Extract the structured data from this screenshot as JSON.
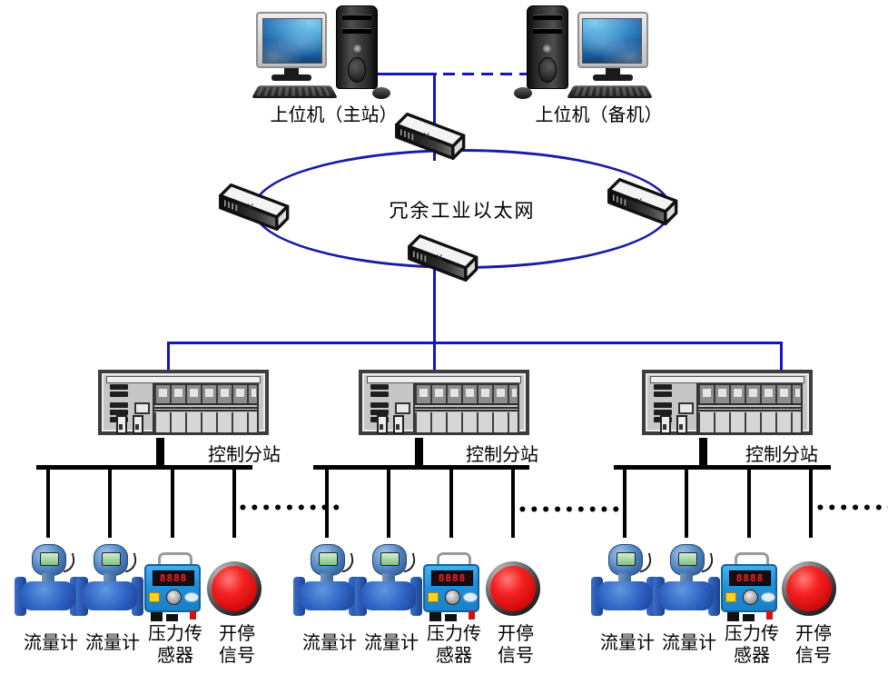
{
  "hosts": {
    "master_label": "上位机（主站）",
    "backup_label": "上位机（备机）"
  },
  "ring": {
    "label": "冗余工业以太网"
  },
  "ellipsis": "•••••••••",
  "stations": [
    {
      "label": "控制分站",
      "devices": [
        {
          "name": "flow-meter",
          "lines": [
            "流量计"
          ]
        },
        {
          "name": "flow-meter",
          "lines": [
            "流量计"
          ]
        },
        {
          "name": "pressure-sensor",
          "lines": [
            "压力传",
            "感器"
          ],
          "display": "8888"
        },
        {
          "name": "start-stop-signal",
          "lines": [
            "开停",
            "信号"
          ]
        }
      ]
    },
    {
      "label": "控制分站",
      "devices": [
        {
          "name": "flow-meter",
          "lines": [
            "流量计"
          ]
        },
        {
          "name": "flow-meter",
          "lines": [
            "流量计"
          ]
        },
        {
          "name": "pressure-sensor",
          "lines": [
            "压力传",
            "感器"
          ],
          "display": "8888"
        },
        {
          "name": "start-stop-signal",
          "lines": [
            "开停",
            "信号"
          ]
        }
      ]
    },
    {
      "label": "控制分站",
      "devices": [
        {
          "name": "flow-meter",
          "lines": [
            "流量计"
          ]
        },
        {
          "name": "flow-meter",
          "lines": [
            "流量计"
          ]
        },
        {
          "name": "pressure-sensor",
          "lines": [
            "压力传",
            "感器"
          ],
          "display": "8888"
        },
        {
          "name": "start-stop-signal",
          "lines": [
            "开停",
            "信号"
          ]
        }
      ]
    }
  ],
  "colors": {
    "ethernet_blue": "#1414c8",
    "ring_blue": "#1a1aa8",
    "fieldbus_black": "#000000",
    "button_red": "#e81010",
    "sensor_body_blue": "#2492dc",
    "meter_body_blue": "#2f63c4"
  }
}
